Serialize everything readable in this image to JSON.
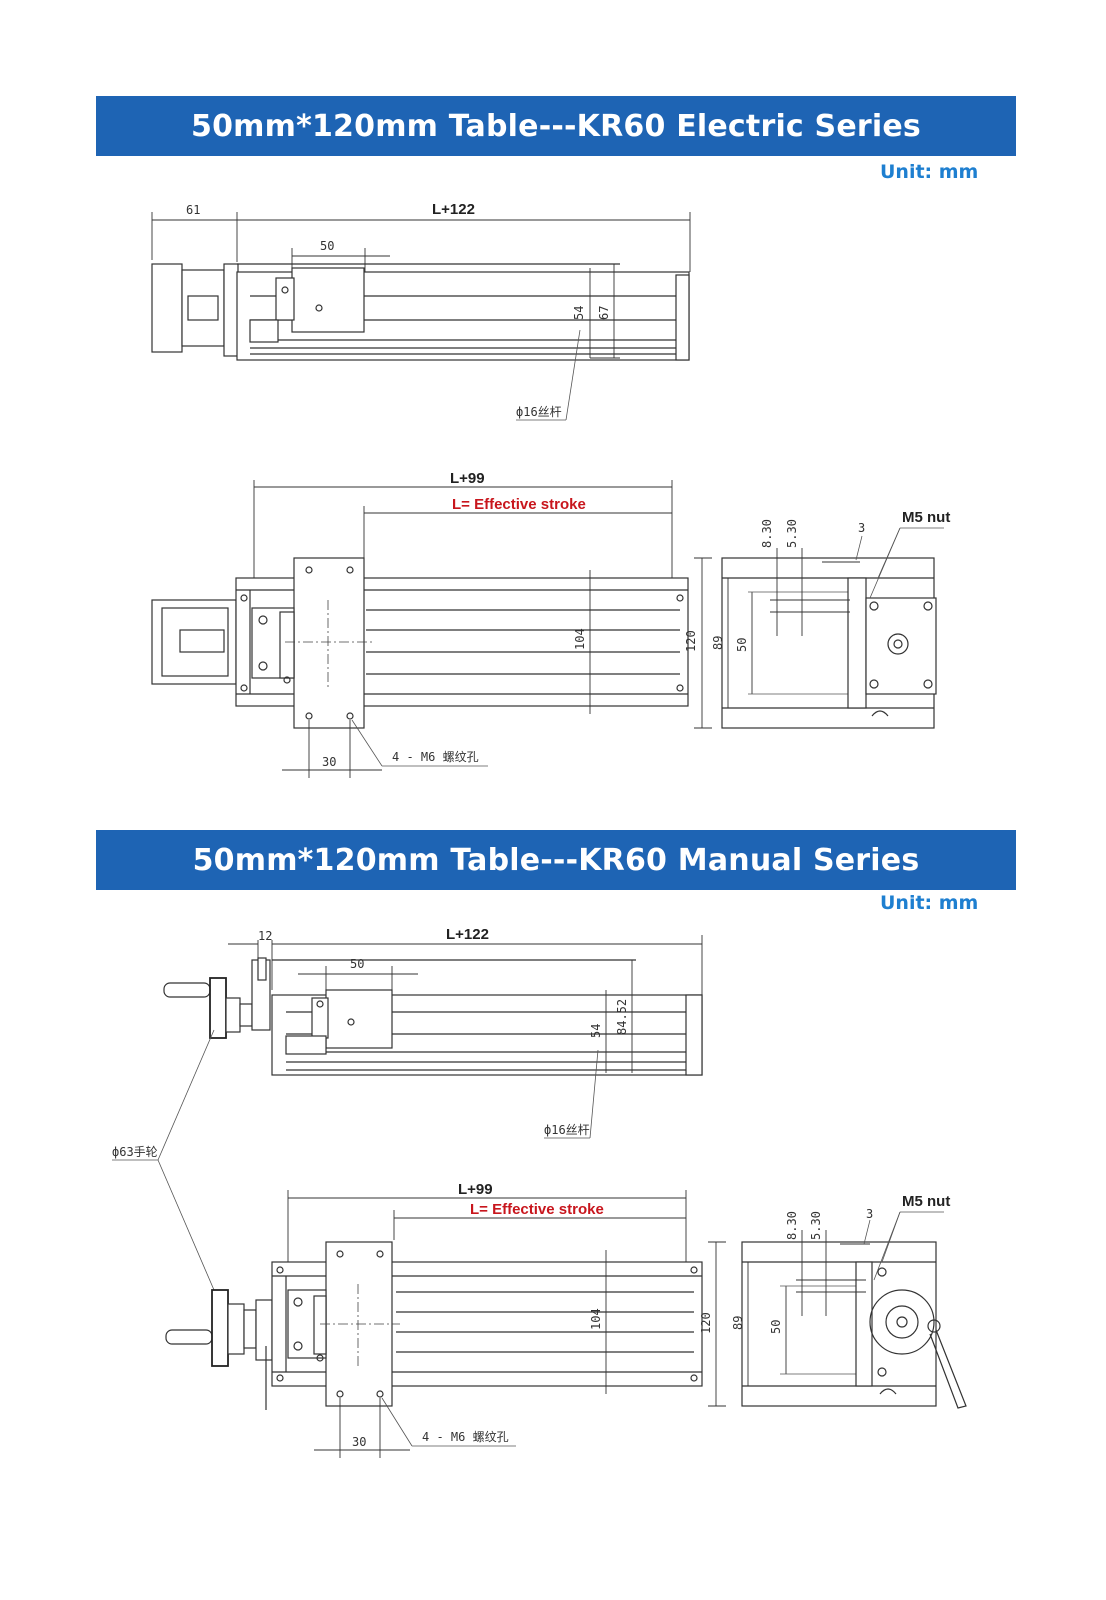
{
  "sections": [
    {
      "title": "50mm*120mm Table---KR60 Electric Series",
      "unit": "Unit: mm",
      "side_view": {
        "dim_left": "61",
        "dim_total": "L+122",
        "dim_table": "50",
        "dim_h1": "54",
        "dim_h2": "67",
        "leadscrew": "ф16丝杆"
      },
      "top_view": {
        "dim_total": "L+99",
        "stroke_label": "L= Effective stroke",
        "dim_rail": "104",
        "dim_width": "120",
        "dim_pitch": "30",
        "holes": "4 - M6 螺纹孔"
      },
      "end_view": {
        "dim_a": "8.30",
        "dim_b": "5.30",
        "dim_c": "3",
        "nut": "M5 nut",
        "dim_89": "89",
        "dim_50": "50"
      }
    },
    {
      "title": "50mm*120mm Table---KR60 Manual Series",
      "unit": "Unit: mm",
      "side_view": {
        "dim_left": "12",
        "dim_total": "L+122",
        "dim_table": "50",
        "dim_h1": "54",
        "dim_h2": "84.52",
        "leadscrew": "ф16丝杆"
      },
      "handwheel": "ф63手轮",
      "top_view": {
        "dim_total": "L+99",
        "stroke_label": "L= Effective stroke",
        "dim_rail": "104",
        "dim_width": "120",
        "dim_pitch": "30",
        "holes": "4 - M6 螺纹孔"
      },
      "end_view": {
        "dim_a": "8.30",
        "dim_b": "5.30",
        "dim_c": "3",
        "nut": "M5 nut",
        "dim_89": "89",
        "dim_50": "50"
      }
    }
  ],
  "colors": {
    "banner": "#1e64b4",
    "unit_text": "#1e7fd0",
    "stroke_label": "#c8161d"
  }
}
